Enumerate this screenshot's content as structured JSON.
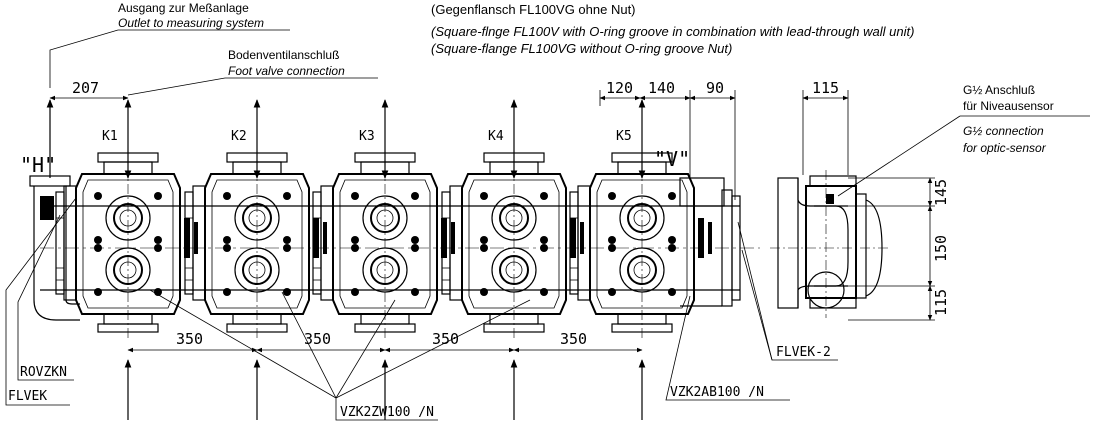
{
  "header": {
    "line1": "(Gegenflansch FL100VG ohne Nut)",
    "line2": "(Square-flnge FL100V with O-ring groove in combination with lead-through wall unit)",
    "line3": "(Square-flange FL100VG without O-ring groove Nut)"
  },
  "outlet": {
    "de": "Ausgang zur Meßanlage",
    "en": "Outlet to measuring system"
  },
  "foot_valve": {
    "de": "Bodenventilanschluß",
    "en": "Foot valve connection"
  },
  "sensor": {
    "de1": "G½  Anschluß",
    "de2": "für Niveausensor",
    "en1": "G½  connection",
    "en2": "for optic-sensor"
  },
  "markers": {
    "h": "\"H\"",
    "v": "\"V\""
  },
  "ports": [
    "K1",
    "K2",
    "K3",
    "K4",
    "K5"
  ],
  "dims": {
    "d207": "207",
    "d120": "120",
    "d140": "140",
    "d90": "90",
    "d115_top": "115",
    "d350": [
      "350",
      "350",
      "350",
      "350"
    ],
    "d145": "145",
    "d150": "150",
    "d115_side": "115"
  },
  "parts": {
    "rovzkn": "ROVZKN",
    "flvek": "FLVEK",
    "flvek2": "FLVEK-2",
    "vzk2zw": "VZK2ZW100 /N",
    "vzk2ab": "VZK2AB100 /N"
  }
}
